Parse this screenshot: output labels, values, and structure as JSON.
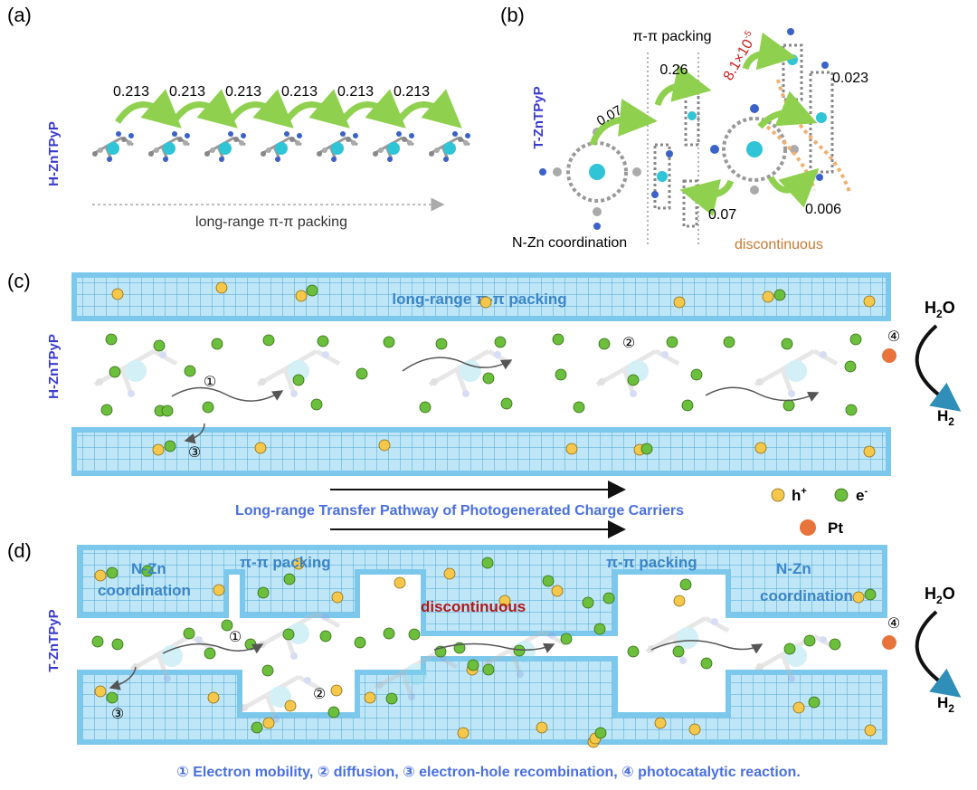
{
  "panel_a": {
    "label": "(a)",
    "side_label": "H-ZnTPyP",
    "values": [
      "0.213",
      "0.213",
      "0.213",
      "0.213",
      "0.213",
      "0.213"
    ],
    "axis_label": "long-range π-π packing"
  },
  "panel_b": {
    "label": "(b)",
    "side_label": "T-ZnTPyP",
    "pi_packing_label": "π-π packing",
    "v_007_a": "0.07",
    "v_026": "0.26",
    "v_red": "8.1×10",
    "v_red_exp": "-5",
    "v_0023": "0.023",
    "v_007_b": "0.07",
    "v_0006": "0.006",
    "nzn_label": "N-Zn coordination",
    "discontinuous_label": "discontinuous"
  },
  "panel_c": {
    "label": "(c)",
    "side_label": "H-ZnTPyP",
    "top_band_label": "long-range π-π packing",
    "h2o": "H",
    "h2o_sub": "2",
    "h2o_end": "O",
    "h2": "H",
    "h2_sub": "2",
    "c1": "①",
    "c2": "②",
    "c3": "③",
    "c4": "④"
  },
  "middle": {
    "pathway_title": "Long-range Transfer Pathway of Photogenerated Charge Carriers",
    "legend_hole": "h",
    "legend_hole_sup": "+",
    "legend_electron": "e",
    "legend_electron_sup": "-",
    "legend_pt": "Pt"
  },
  "panel_d": {
    "label": "(d)",
    "side_label": "T-ZnTPyP",
    "nzn_left_1": "N-Zn",
    "nzn_left_2": "coordination",
    "pi_left": "π-π packing",
    "discontinuous": "discontinuous",
    "pi_right": "π-π packing",
    "nzn_right_1": "N-Zn",
    "nzn_right_2": "coordination",
    "h2o": "H",
    "h2o_sub": "2",
    "h2o_end": "O",
    "h2": "H",
    "h2_sub": "2",
    "c1": "①",
    "c2": "②",
    "c3": "③",
    "c4": "④"
  },
  "caption": "① Electron mobility, ② diffusion, ③ electron-hole recombination, ④ photocatalytic reaction.",
  "colors": {
    "band_fill": "#bfe6f7",
    "band_border": "#7cc8ec",
    "grid": "#4aa6d6",
    "arrow_green": "#8fd14f",
    "hole": "#f5c84c",
    "electron": "#6cbf3c",
    "pt": "#e8743b",
    "title_blue": "#4a6fe0",
    "side_blue": "#3a3ad0",
    "red": "#d21d1d",
    "orange": "#c87933"
  }
}
